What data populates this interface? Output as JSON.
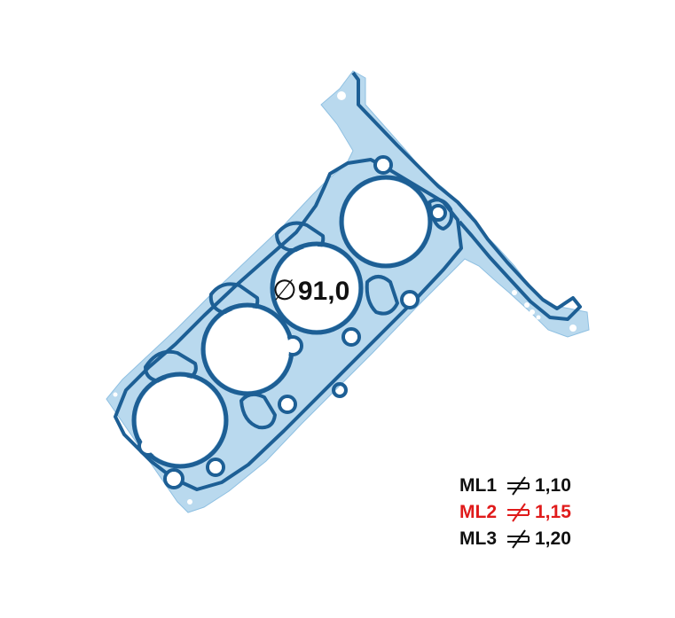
{
  "product": {
    "type": "cylinder head gasket",
    "bore_count": 4,
    "bore_diameter_label": "91,0",
    "diameter_symbol": "∅",
    "colors": {
      "base_plate": "#b9d9ee",
      "bead_outline": "#1d5f95",
      "background": "#ffffff"
    }
  },
  "specs": [
    {
      "code": "ML1",
      "thickness": "1,10",
      "color": "#111111",
      "highlight": false
    },
    {
      "code": "ML2",
      "thickness": "1,15",
      "color": "#e01b1b",
      "highlight": true
    },
    {
      "code": "ML3",
      "thickness": "1,20",
      "color": "#111111",
      "highlight": false
    }
  ],
  "icons": {
    "thickness_symbol": "compressed-thickness-icon"
  }
}
